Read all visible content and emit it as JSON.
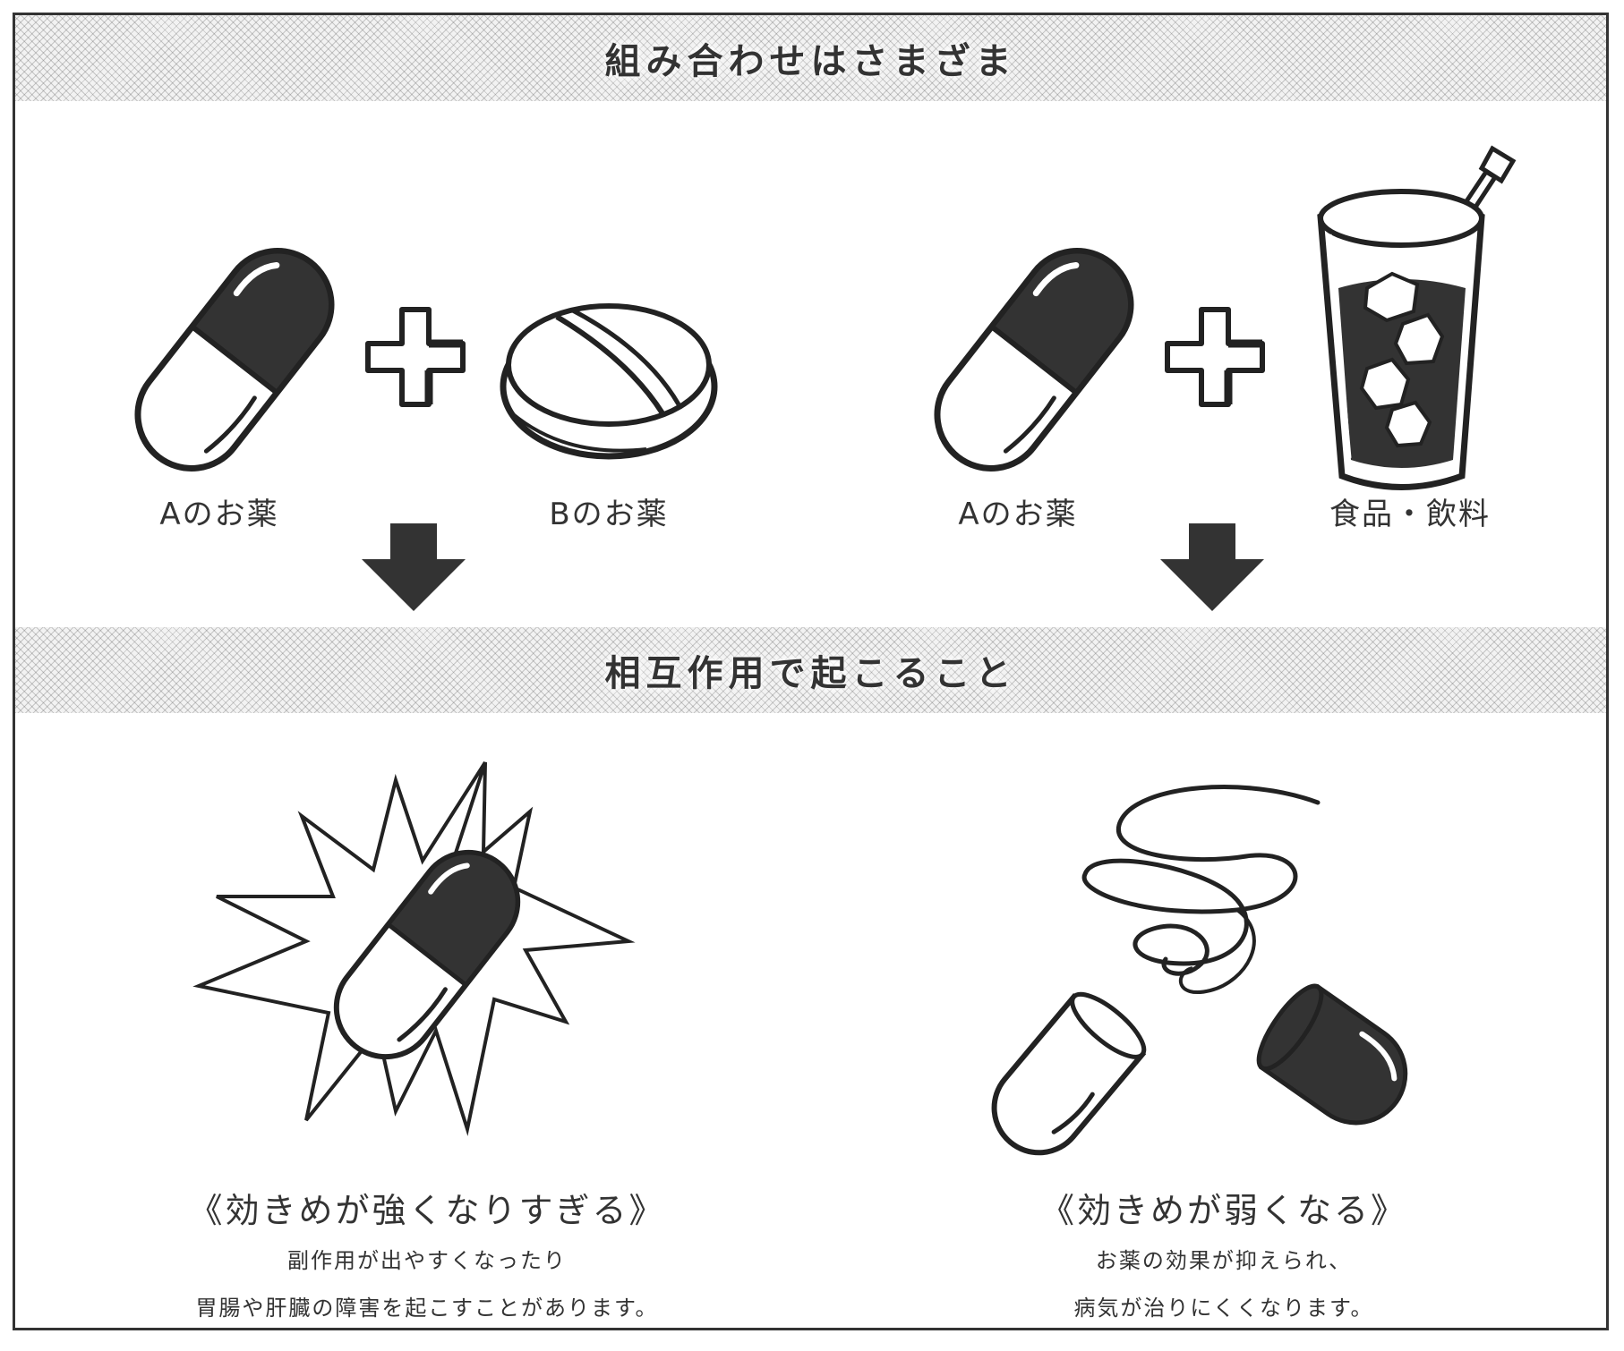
{
  "sections": {
    "combinations_title": "組み合わせはさまざま",
    "interactions_title": "相互作用で起こること"
  },
  "combos": [
    {
      "left_label": "Aのお薬",
      "right_label": "Bのお薬"
    },
    {
      "left_label": "Aのお薬",
      "right_label": "食品・飲料"
    }
  ],
  "effects": [
    {
      "title": "《効きめが強くなりすぎる》",
      "line1": "副作用が出やすくなったり",
      "line2": "胃腸や肝臓の障害を起こすことがあります。"
    },
    {
      "title": "《効きめが弱くなる》",
      "line1": "お薬の効果が抑えられ、",
      "line2": "病気が治りにくくなります。"
    }
  ],
  "icons": [
    "capsule-icon",
    "plus-icon",
    "tablet-icon",
    "drink-glass-icon",
    "down-arrow-icon",
    "burst-capsule-icon",
    "broken-capsule-icon"
  ],
  "colors": {
    "ink": "#333333",
    "band": "#f2f2f2",
    "background": "#ffffff"
  }
}
